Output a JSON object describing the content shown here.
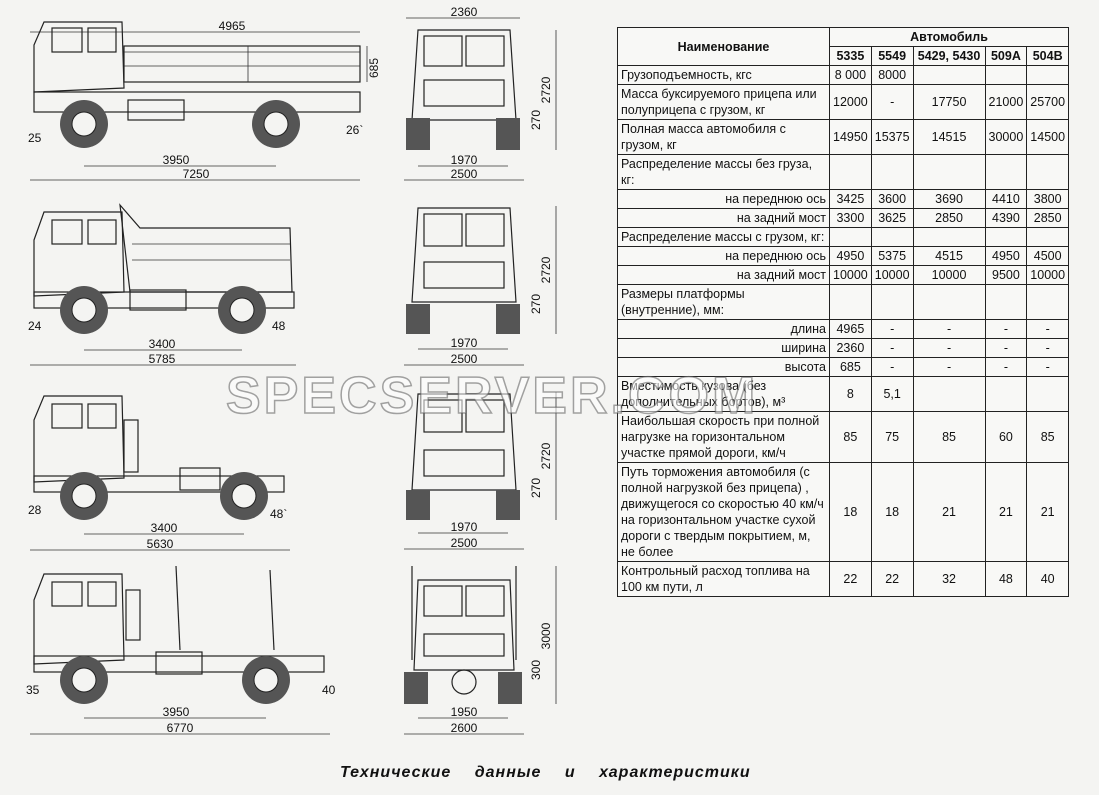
{
  "caption": "Технические данные и характеристики",
  "watermark": "SPECSERVER.COM",
  "drawings": {
    "side": [
      {
        "length": "4965",
        "height": "685",
        "wheelbase": "3950",
        "total": "7250",
        "angle_front": "25",
        "angle_rear": "26`"
      },
      {
        "wheelbase": "3400",
        "total": "5785",
        "angle_front": "24",
        "angle_rear": "48"
      },
      {
        "wheelbase": "3400",
        "total": "5630",
        "angle_front": "28",
        "angle_rear": "48`"
      },
      {
        "wheelbase": "3950",
        "total": "6770",
        "angle_front": "35",
        "angle_rear": "40"
      }
    ],
    "front": [
      {
        "top_width": "2360",
        "height": "2720",
        "clearance": "270",
        "track": "1970",
        "width": "2500"
      },
      {
        "height": "2720",
        "clearance": "270",
        "track": "1970",
        "width": "2500"
      },
      {
        "height": "2720",
        "clearance": "270",
        "track": "1970",
        "width": "2500"
      },
      {
        "height": "3000",
        "clearance": "300",
        "track": "1950",
        "width": "2600"
      }
    ]
  },
  "table": {
    "header_name": "Наименование",
    "header_group": "Автомобиль",
    "models": [
      "5335",
      "5549",
      "5429, 5430",
      "509А",
      "504В"
    ],
    "rows": [
      {
        "label": "Грузоподъемность, кгс",
        "align": "grp",
        "values": [
          "8 000",
          "8000",
          "",
          "",
          ""
        ]
      },
      {
        "label": "Масса буксируемого прицепа или полуприцепа с грузом, кг",
        "align": "grp",
        "values": [
          "12000",
          "-",
          "17750",
          "21000",
          "25700"
        ]
      },
      {
        "label": "Полная масса автомобиля с грузом, кг",
        "align": "grp",
        "values": [
          "14950",
          "15375",
          "14515",
          "30000",
          "14500"
        ]
      },
      {
        "label": "Распределение массы без груза, кг:",
        "align": "grp",
        "values": [
          "",
          "",
          "",
          "",
          ""
        ]
      },
      {
        "label": "на переднюю ось",
        "align": "sub",
        "values": [
          "3425",
          "3600",
          "3690",
          "4410",
          "3800"
        ]
      },
      {
        "label": "на задний мост",
        "align": "sub",
        "values": [
          "3300",
          "3625",
          "2850",
          "4390",
          "2850"
        ]
      },
      {
        "label": "Распределение массы с грузом, кг:",
        "align": "grp",
        "values": [
          "",
          "",
          "",
          "",
          ""
        ]
      },
      {
        "label": "на переднюю ось",
        "align": "sub",
        "values": [
          "4950",
          "5375",
          "4515",
          "4950",
          "4500"
        ]
      },
      {
        "label": "на задний мост",
        "align": "sub",
        "values": [
          "10000",
          "10000",
          "10000",
          "9500",
          "10000"
        ]
      },
      {
        "label": "Размеры платформы (внутренние), мм:",
        "align": "grp",
        "values": [
          "",
          "",
          "",
          "",
          ""
        ]
      },
      {
        "label": "длина",
        "align": "sub",
        "values": [
          "4965",
          "-",
          "-",
          "-",
          "-"
        ]
      },
      {
        "label": "ширина",
        "align": "sub",
        "values": [
          "2360",
          "-",
          "-",
          "-",
          "-"
        ]
      },
      {
        "label": "высота",
        "align": "sub",
        "values": [
          "685",
          "-",
          "-",
          "-",
          "-"
        ]
      },
      {
        "label": "Вместимость кузова (без дополнительных бортов), м³",
        "align": "grp",
        "values": [
          "8",
          "5,1",
          "",
          "",
          ""
        ]
      },
      {
        "label": "Наибольшая скорость при полной нагрузке на горизонтальном участке прямой дороги, км/ч",
        "align": "grp",
        "values": [
          "85",
          "75",
          "85",
          "60",
          "85"
        ]
      },
      {
        "label": "Путь торможения автомобиля (с полной нагрузкой без прицепа) , движущегося со скоростью 40 км/ч на горизонтальном участке сухой дороги с твердым покрытием, м, не более",
        "align": "grp",
        "values": [
          "18",
          "18",
          "21",
          "21",
          "21"
        ]
      },
      {
        "label": "Контрольный расход топлива на 100 км пути, л",
        "align": "grp",
        "values": [
          "22",
          "22",
          "32",
          "48",
          "40"
        ]
      }
    ]
  }
}
